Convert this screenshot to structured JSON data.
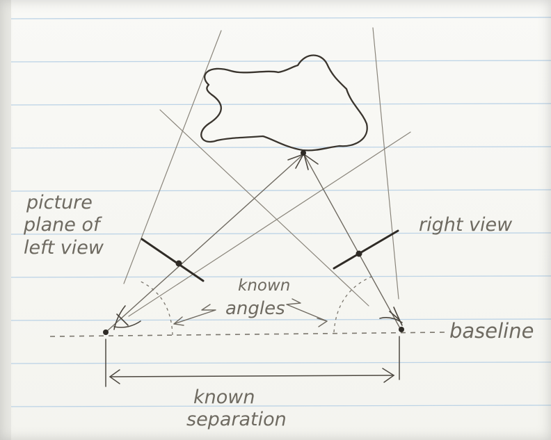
{
  "labels": {
    "picture_plane_1": "picture",
    "picture_plane_2": "plane of",
    "picture_plane_3": "left view",
    "right_view": "right view",
    "known_angles_1": "known",
    "known_angles_2": "angles",
    "baseline": "baseline",
    "known_separation_1": "known",
    "known_separation_2": "separation"
  },
  "colors": {
    "ruled_lines": "#bcd3e6",
    "pencil": "#7b766d",
    "pencil_dark": "#2f2b26",
    "paper": "#f7f7f4"
  }
}
